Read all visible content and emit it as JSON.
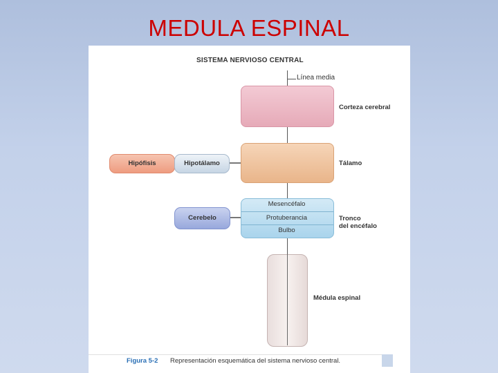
{
  "slide": {
    "title": "MEDULA ESPINAL"
  },
  "figure": {
    "heading": "SISTEMA NERVIOSO CENTRAL",
    "midline_label": "Línea media",
    "regions": {
      "cortex": "Corteza cerebral",
      "thalamus": "Tálamo",
      "brainstem_line1": "Tronco",
      "brainstem_line2": "del encéfalo",
      "spinal_cord": "Médula espinal"
    },
    "brainstem_parts": [
      "Mesencéfalo",
      "Protuberancia",
      "Bulbo"
    ],
    "side_structures": {
      "hipofisis": "Hipófisis",
      "hipotalamo": "Hipotálamo",
      "cerebelo": "Cerebelo"
    },
    "caption": {
      "figure_number": "Figura 5-2",
      "text": "Representación esquemática del sistema nervioso central."
    }
  }
}
